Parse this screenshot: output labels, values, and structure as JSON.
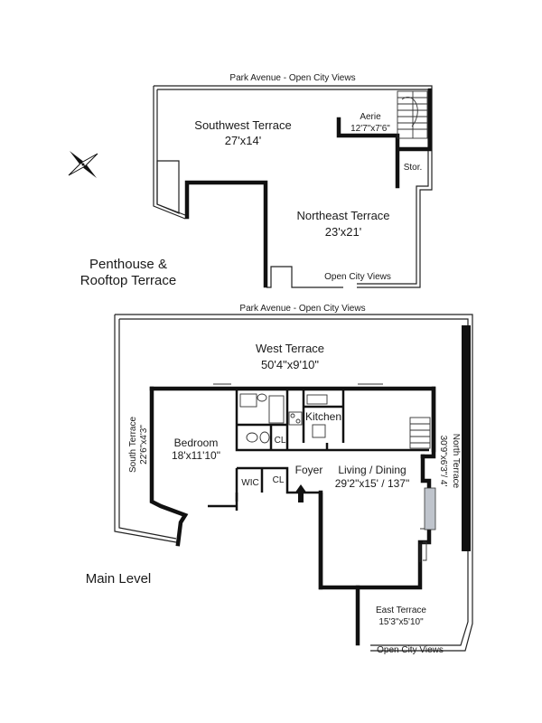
{
  "penthouse": {
    "top_label": "Park Avenue - Open City Views",
    "southwest_terrace": {
      "name": "Southwest Terrace",
      "dims": "27'x14'"
    },
    "aerie": {
      "name": "Aerie",
      "dims": "12'7\"x7'6\""
    },
    "storage": "Stor.",
    "northeast_terrace": {
      "name": "Northeast Terrace",
      "dims": "23'x21'"
    },
    "bottom_label": "Open City Views",
    "level_title_line1": "Penthouse &",
    "level_title_line2": "Rooftop Terrace"
  },
  "main_level": {
    "top_label": "Park Avenue - Open City Views",
    "west_terrace": {
      "name": "West Terrace",
      "dims": "50'4\"x9'10\""
    },
    "kitchen": "Kitchen",
    "bedroom": {
      "name": "Bedroom",
      "dims": "18'x11'10\""
    },
    "closet_1": "CL",
    "closet_2": "CL",
    "wic": "WIC",
    "foyer": "Foyer",
    "living_dining": {
      "name": "Living / Dining",
      "dims": "29'2\"x15' / 137\""
    },
    "south_terrace": {
      "name": "South Terrace",
      "dims": "22'6\"x4'3\""
    },
    "north_terrace": {
      "name": "North Terrace",
      "dims": "30'9\"x6'3\"/ 4'"
    },
    "east_terrace": {
      "name": "East Terrace",
      "dims": "15'3\"x5'10\""
    },
    "bottom_label": "Open City Views",
    "level_title": "Main Level"
  },
  "compass": {
    "icon": "compass-rose-icon"
  }
}
